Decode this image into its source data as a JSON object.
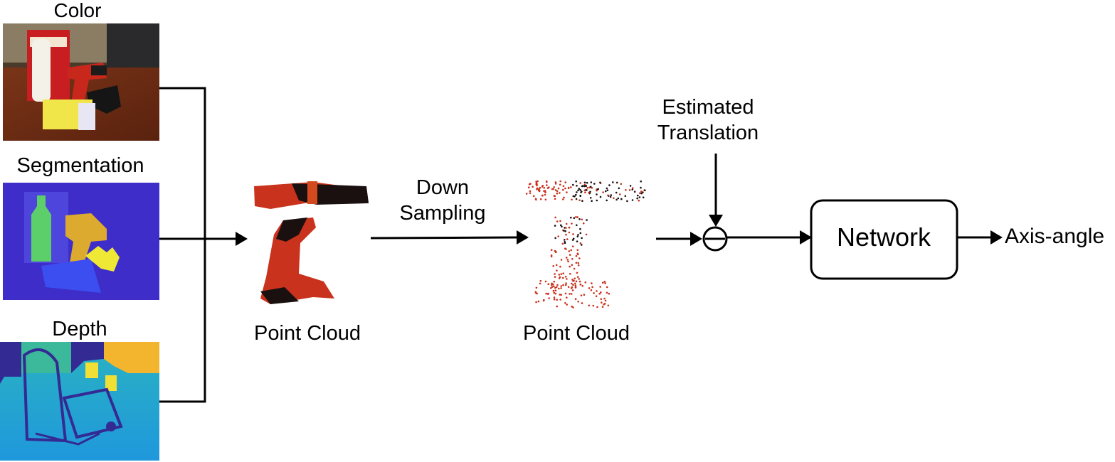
{
  "inputs": {
    "color_label": "Color",
    "segmentation_label": "Segmentation",
    "depth_label": "Depth"
  },
  "point_cloud_label": "Point Cloud",
  "down_sampling": {
    "line1": "Down",
    "line2": "Sampling"
  },
  "downsampled_cloud_label": "Point Cloud",
  "estimated_translation": {
    "line1": "Estimated",
    "line2": "Translation"
  },
  "subtract_symbol": "⊖",
  "network_label": "Network",
  "output_label": "Axis-angle",
  "colors": {
    "line": "#000000",
    "segmentation_bg": "#3e2dc8",
    "seg_bottle": "#5ccf6a",
    "seg_drill": "#dcaa2e",
    "seg_box": "#3c4ef0",
    "seg_clamp": "#efe935",
    "depth_far": "#f3b52e",
    "depth_mid": "#2ab2c2",
    "depth_near": "#1f98dc",
    "depth_missing": "#342a94",
    "cloud_red": "#c9321c",
    "cloud_dark": "#1a1010"
  },
  "icons": {
    "color_image": "rgb-scene-image",
    "segmentation_image": "segmentation-mask-image",
    "depth_image": "depth-map-image",
    "point_cloud": "dense-point-cloud-image",
    "downsampled_cloud": "sparse-point-cloud-image",
    "subtract": "circle-minus-icon"
  }
}
